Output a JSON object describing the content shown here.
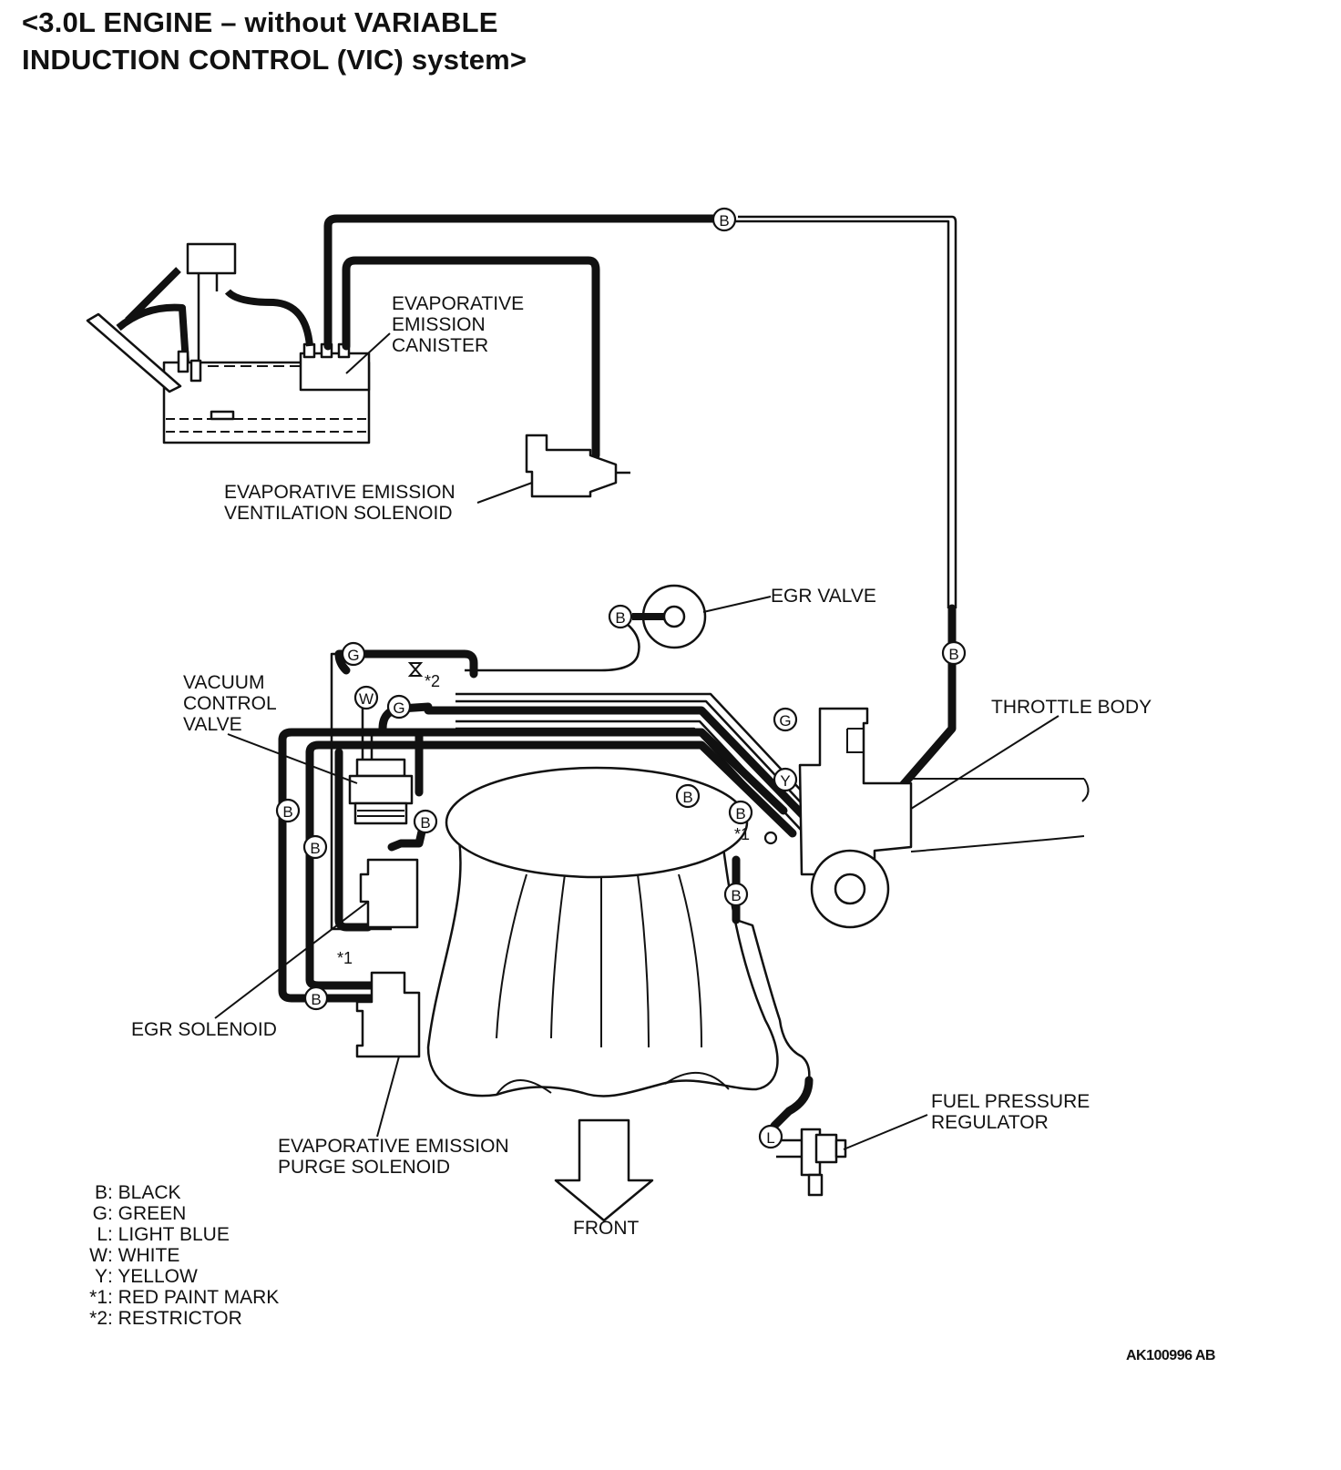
{
  "title": {
    "line1": "<3.0L ENGINE – without VARIABLE",
    "line2": "INDUCTION CONTROL (VIC) system>"
  },
  "labels": {
    "canister": [
      "EVAPORATIVE",
      "EMISSION",
      "CANISTER"
    ],
    "ventilation_solenoid": [
      "EVAPORATIVE EMISSION",
      "VENTILATION SOLENOID"
    ],
    "egr_valve": "EGR VALVE",
    "vacuum_control_valve": [
      "VACUUM",
      "CONTROL",
      "VALVE"
    ],
    "throttle_body": "THROTTLE BODY",
    "egr_solenoid": "EGR SOLENOID",
    "purge_solenoid": [
      "EVAPORATIVE EMISSION",
      "PURGE SOLENOID"
    ],
    "fuel_pressure_regulator": [
      "FUEL PRESSURE",
      "REGULATOR"
    ],
    "front": "FRONT",
    "mark1": "*1",
    "mark2": "*2"
  },
  "hose_tags": {
    "black": "B",
    "green": "G",
    "light_blue": "L",
    "white": "W",
    "yellow": "Y"
  },
  "legend": [
    {
      "key": "B",
      "value": "BLACK"
    },
    {
      "key": "G",
      "value": "GREEN"
    },
    {
      "key": "L",
      "value": "LIGHT BLUE"
    },
    {
      "key": "W",
      "value": "WHITE"
    },
    {
      "key": "Y",
      "value": "YELLOW"
    },
    {
      "key": "*1",
      "value": "RED PAINT MARK"
    },
    {
      "key": "*2",
      "value": "RESTRICTOR"
    }
  ],
  "figure_id": "AK100996 AB"
}
